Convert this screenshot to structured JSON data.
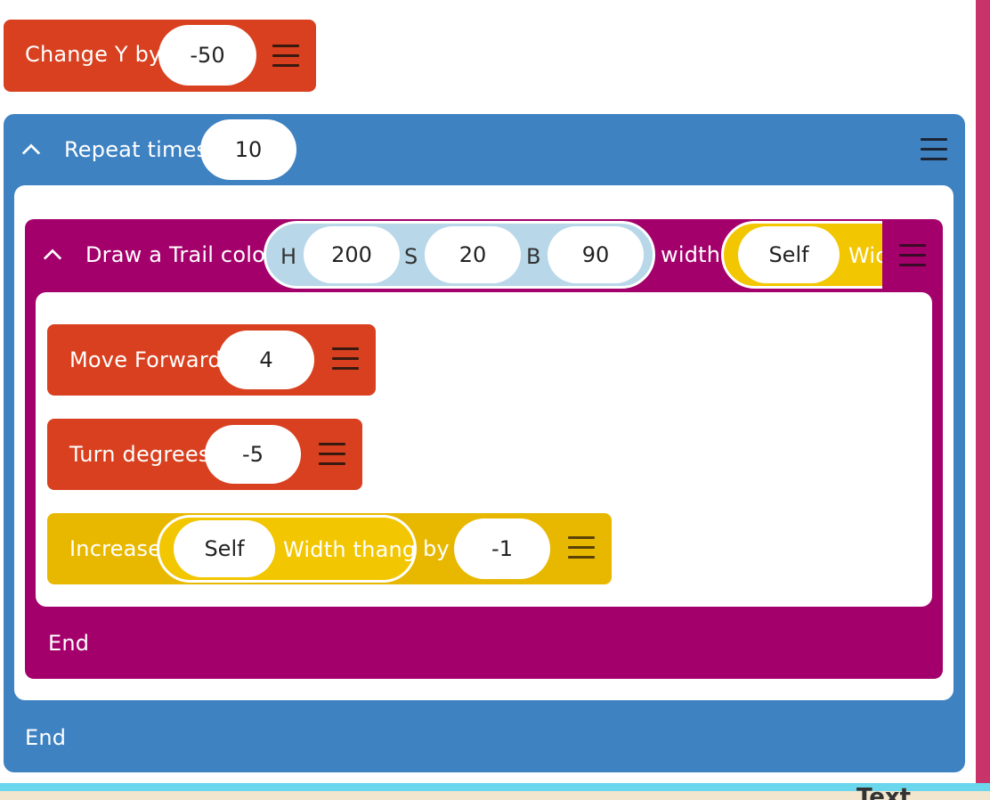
{
  "blocks": {
    "change_y": {
      "label": "Change Y by",
      "value": "-50"
    },
    "repeat": {
      "label": "Repeat times",
      "value": "10",
      "end_label": "End"
    },
    "draw_trail": {
      "label": "Draw a Trail color",
      "h_label": "H",
      "h_value": "200",
      "s_label": "S",
      "s_value": "20",
      "b_label": "B",
      "b_value": "90",
      "width_label": "width",
      "width_object": "Self",
      "width_property": "Wic",
      "end_label": "End"
    },
    "move_forward": {
      "label": "Move Forward",
      "value": "4"
    },
    "turn": {
      "label": "Turn degrees",
      "value": "-5"
    },
    "increase": {
      "label": "Increase",
      "object": "Self",
      "property": "Width thang",
      "by_label": "by",
      "value": "-1"
    }
  },
  "bottom_tab": {
    "label": "Text"
  },
  "icons": {
    "menu": "hamburger-menu-icon",
    "collapse": "chevron-up-icon"
  },
  "colors": {
    "motion_block": "#d8401f",
    "repeat_block": "#3e82c2",
    "trail_block": "#a3006b",
    "variable_block": "#e8b800",
    "hsb_group": "#b8d8ea",
    "edge_bar": "#c8336a",
    "bottom_strip": "#6ad7ec"
  }
}
